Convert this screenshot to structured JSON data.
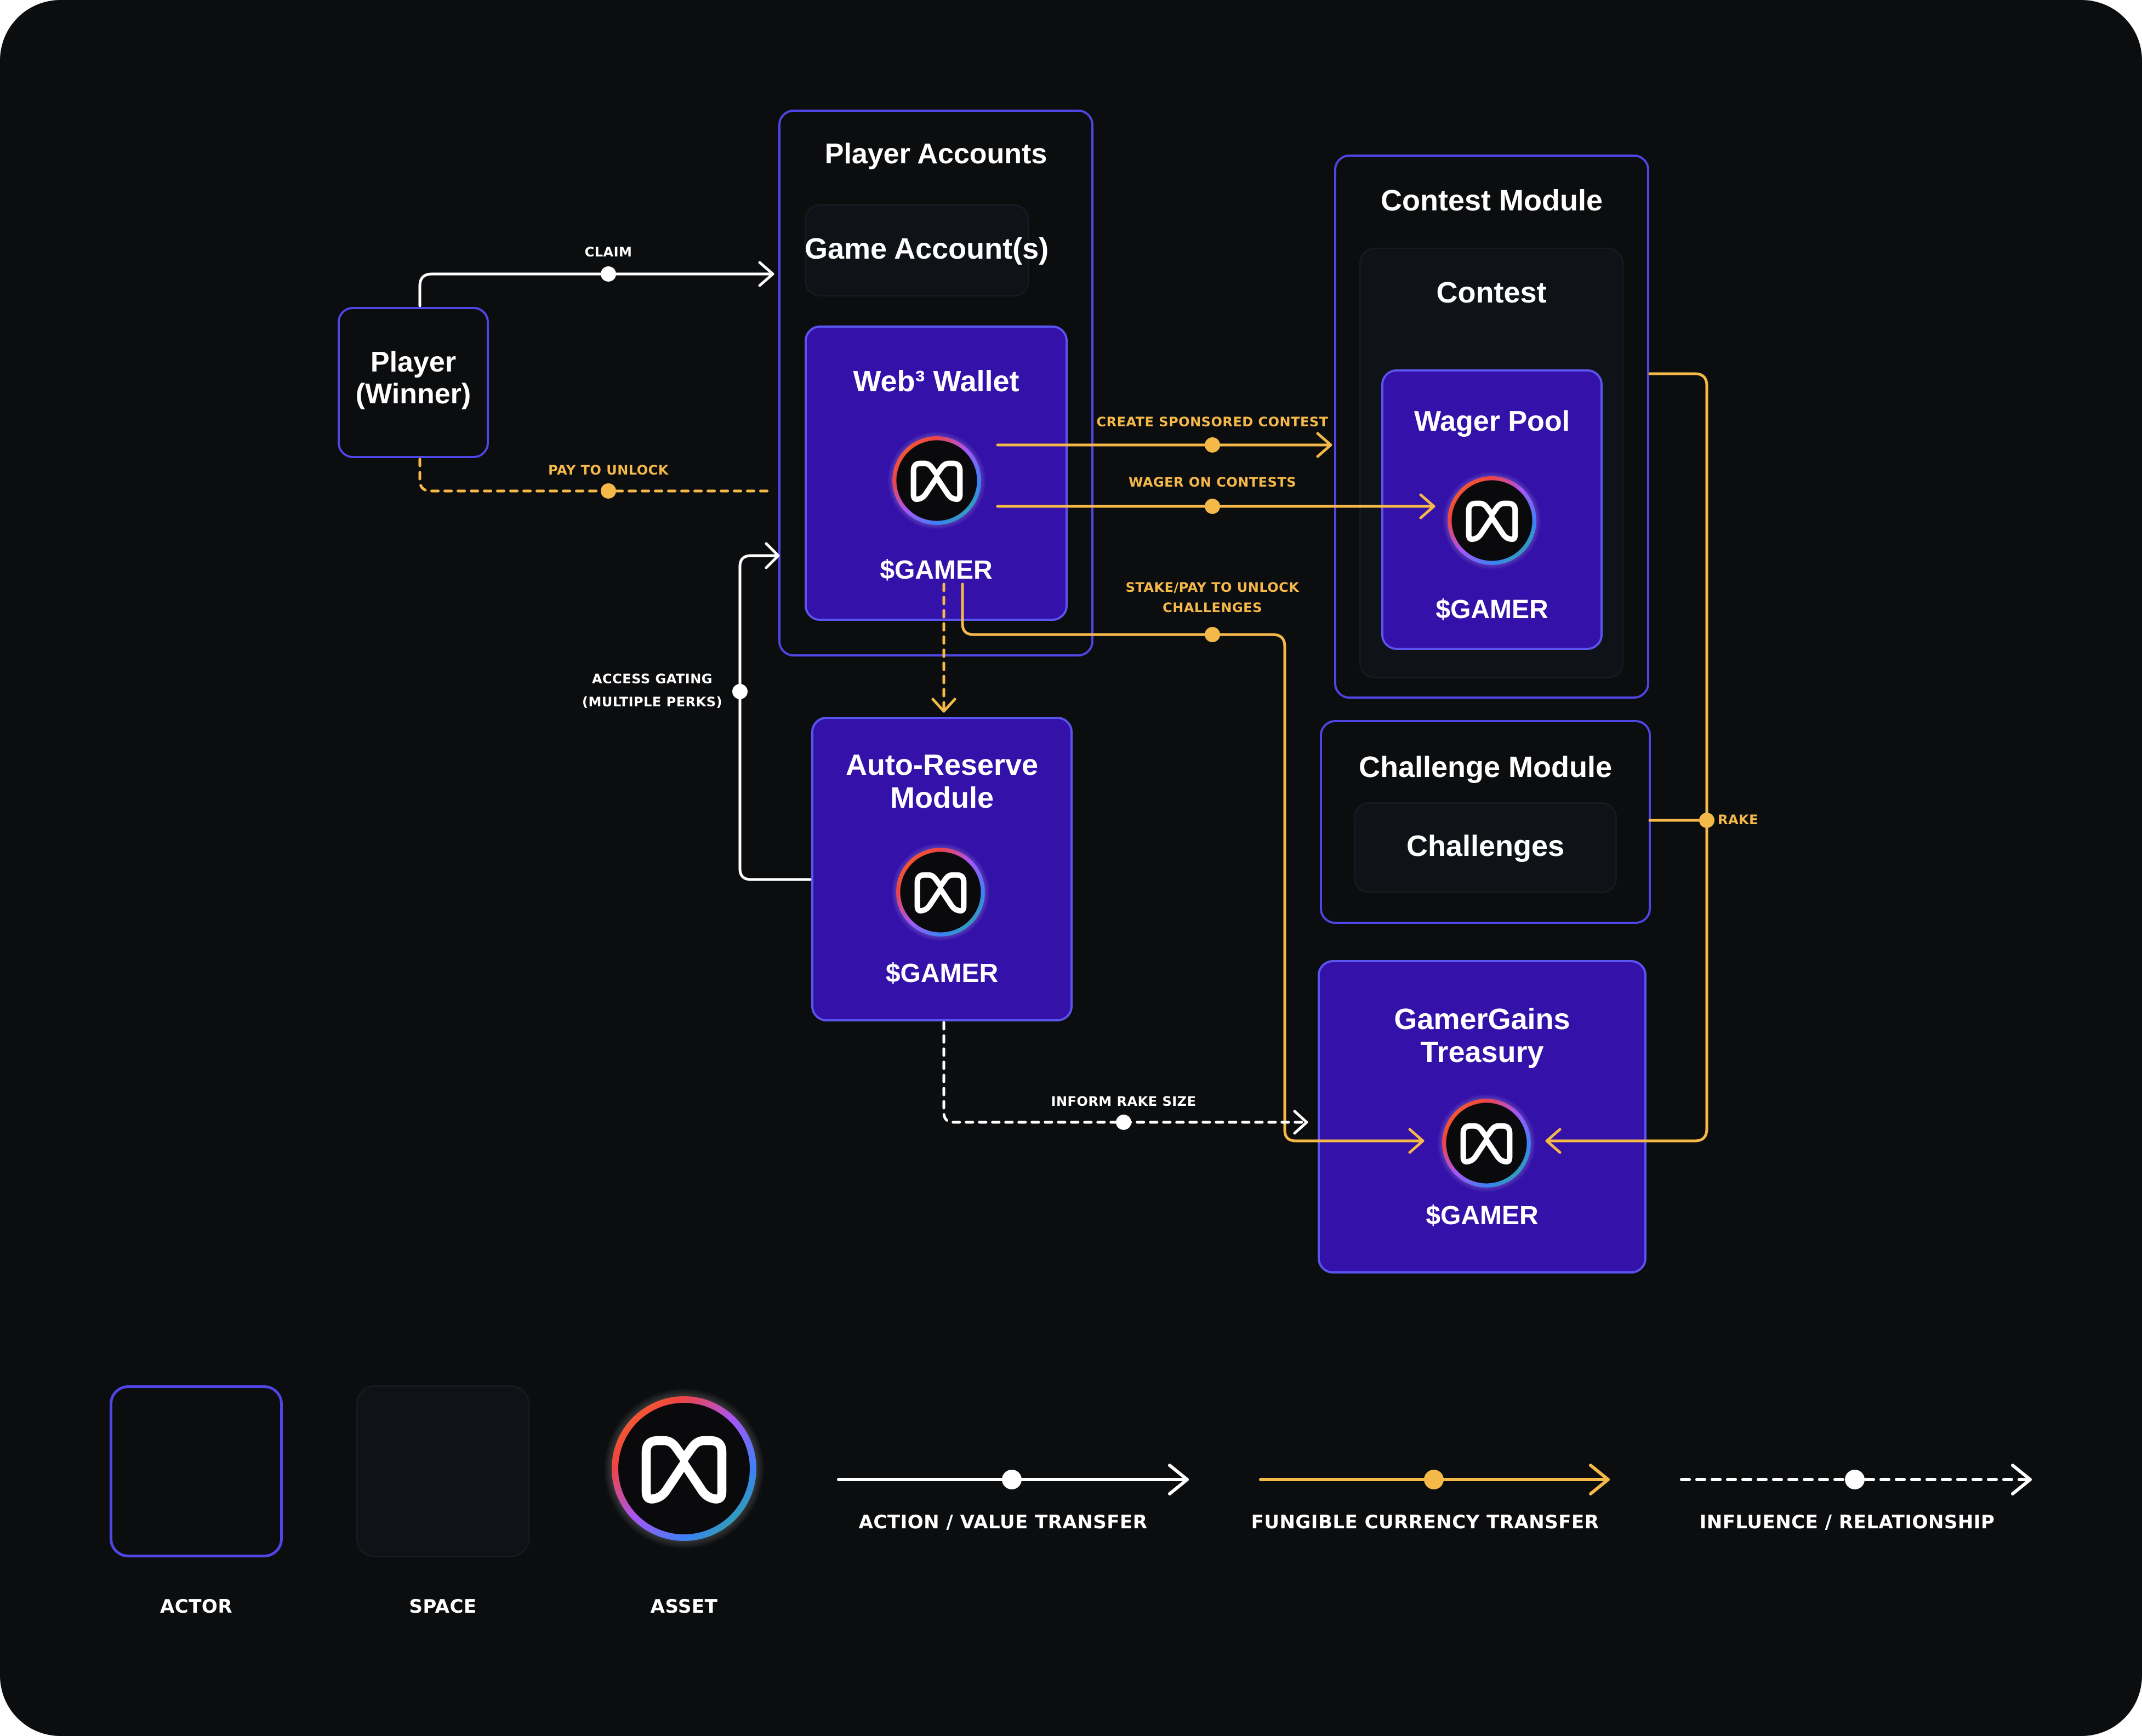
{
  "nodes": {
    "player": "Player\n(Winner)",
    "player_accounts": "Player Accounts",
    "game_accounts": "Game Account(s)",
    "web3_wallet": "Web³ Wallet",
    "wallet_token": "$GAMER",
    "auto_reserve": "Auto-Reserve\nModule",
    "auto_reserve_token": "$GAMER",
    "contest_module": "Contest Module",
    "contest": "Contest",
    "wager_pool": "Wager Pool",
    "wager_pool_token": "$GAMER",
    "challenge_module": "Challenge Module",
    "challenges": "Challenges",
    "treasury": "GamerGains\nTreasury",
    "treasury_token": "$GAMER"
  },
  "edges": {
    "claim": "CLAIM",
    "pay_to_unlock": "PAY TO UNLOCK",
    "create_sponsored_contest": "CREATE SPONSORED CONTEST",
    "wager_on_contests": "WAGER ON CONTESTS",
    "stake_pay_to_unlock": "STAKE/PAY TO UNLOCK\nCHALLENGES",
    "access_gating": "ACCESS GATING\n(MULTIPLE PERKS)",
    "inform_rake_size": "INFORM RAKE SIZE",
    "rake": "RAKE"
  },
  "legend": {
    "actor": "ACTOR",
    "space": "SPACE",
    "asset": "ASSET",
    "action_value_transfer": "ACTION / VALUE TRANSFER",
    "fungible_currency_transfer": "FUNGIBLE CURRENCY TRANSFER",
    "influence_relationship": "INFLUENCE / RELATIONSHIP"
  },
  "colors": {
    "background": "#0c0d0f",
    "actor_border": "#4f46e5",
    "actor_fill": "#3411a8",
    "space_fill": "#0f1318",
    "action_line": "#ffffff",
    "currency_line": "#f5b94a"
  },
  "icons": {
    "asset": "gamer-logo-icon"
  }
}
